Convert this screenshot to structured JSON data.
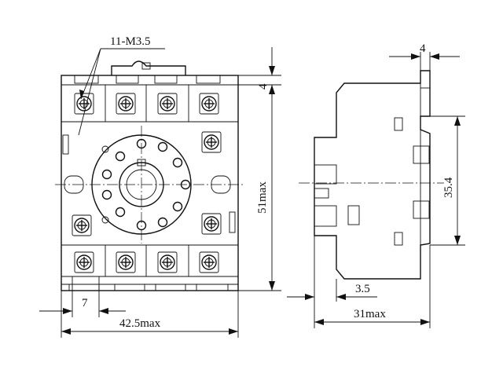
{
  "dimensions": {
    "terminal_spec": "11-M3.5",
    "top_offset": "4",
    "height": "51max",
    "pitch": "7",
    "width": "42.5max",
    "side_top": "4",
    "side_spacing": "35.4",
    "side_offset": "3.5",
    "depth": "31max"
  }
}
